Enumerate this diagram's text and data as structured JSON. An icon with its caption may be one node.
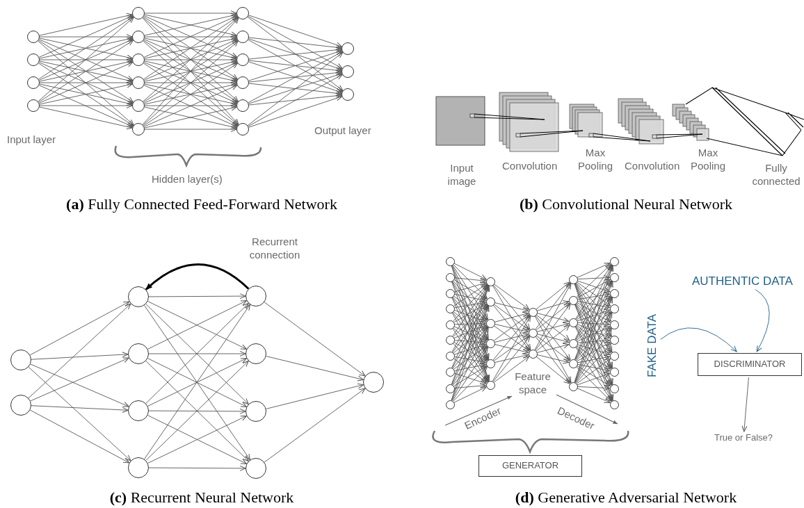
{
  "diagram": {
    "nodes": [
      {
        "text": [],
        "shape": "circle"
      },
      {
        "text": [],
        "shape": "circle"
      },
      {
        "text": [],
        "shape": "circle"
      },
      {
        "text": [],
        "shape": "circle"
      },
      {
        "text": [],
        "shape": "circle"
      },
      {
        "text": [],
        "shape": "circle"
      },
      {
        "text": [],
        "shape": "circle"
      },
      {
        "text": [],
        "shape": "circle"
      },
      {
        "text": [],
        "shape": "circle"
      },
      {
        "text": [],
        "shape": "circle"
      },
      {
        "text": [],
        "shape": "circle"
      },
      {
        "text": [],
        "shape": "circle"
      },
      {
        "text": [],
        "shape": "circle"
      },
      {
        "text": [],
        "shape": "circle"
      },
      {
        "text": [],
        "shape": "circle"
      },
      {
        "text": [],
        "shape": "circle"
      },
      {
        "text": [],
        "shape": "circle"
      },
      {
        "text": [],
        "shape": "circle"
      },
      {
        "text": [],
        "shape": "circle"
      },
      {
        "text": [],
        "shape": "circle"
      },
      {
        "text": [],
        "shape": "circle"
      },
      {
        "text": [],
        "shape": "circle"
      },
      {
        "text": [],
        "shape": "circle"
      },
      {
        "text": [],
        "shape": "circle"
      },
      {
        "text": [],
        "shape": "circle"
      },
      {
        "text": [],
        "shape": "circle"
      },
      {
        "text": [],
        "shape": "circle"
      },
      {
        "text": [],
        "shape": "circle"
      },
      {
        "text": [],
        "shape": "circle"
      },
      {
        "text": [],
        "shape": "circle"
      },
      {
        "text": [],
        "shape": "circle"
      },
      {
        "text": [],
        "shape": "circle"
      },
      {
        "text": [],
        "shape": "circle"
      },
      {
        "text": [],
        "shape": "circle"
      },
      {
        "text": [],
        "shape": "circle"
      },
      {
        "text": [],
        "shape": "circle"
      },
      {
        "text": [],
        "shape": "circle"
      },
      {
        "text": [],
        "shape": "circle"
      },
      {
        "text": [],
        "shape": "circle"
      },
      {
        "text": [],
        "shape": "circle"
      },
      {
        "text": [],
        "shape": "circle"
      },
      {
        "text": [],
        "shape": "circle"
      },
      {
        "text": [],
        "shape": "circle"
      },
      {
        "text": [],
        "shape": "circle"
      },
      {
        "text": [],
        "shape": "circle"
      },
      {
        "text": [],
        "shape": "circle"
      },
      {
        "text": [],
        "shape": "circle"
      },
      {
        "text": [],
        "shape": "circle"
      },
      {
        "text": [],
        "shape": "circle"
      },
      {
        "text": [],
        "shape": "circle"
      },
      {
        "text": [],
        "shape": "circle"
      },
      {
        "text": [],
        "shape": "circle"
      },
      {
        "text": [],
        "shape": "circle"
      },
      {
        "text": [],
        "shape": "circle"
      },
      {
        "text": [],
        "shape": "circle"
      },
      {
        "text": [],
        "shape": "circle"
      },
      {
        "text": [],
        "shape": "circle"
      },
      {
        "text": [],
        "shape": "circle"
      },
      {
        "text": [],
        "shape": "circle"
      },
      {
        "text": [],
        "shape": "circle"
      },
      {
        "text": [],
        "shape": "circle"
      },
      {
        "text": [],
        "shape": "circle"
      },
      {
        "text": [],
        "shape": "circle"
      },
      {
        "text": [],
        "shape": "circle"
      },
      {
        "text": [],
        "shape": "circle"
      },
      {
        "text": [
          "FAKE DATA"
        ]
      },
      {
        "text": [
          "AUTHENTIC DATA"
        ]
      },
      {
        "text": [
          "DISCRIMINATOR"
        ]
      },
      {
        "text": [
          "True or False?"
        ]
      },
      {
        "text": [
          "GENERATOR"
        ]
      }
    ],
    "edges": [
      {
        "from": 0,
        "to": 4,
        "arrow": "to"
      },
      {
        "from": 0,
        "to": 5,
        "arrow": "to"
      },
      {
        "from": 0,
        "to": 6,
        "arrow": "to"
      },
      {
        "from": 0,
        "to": 7,
        "arrow": "to"
      },
      {
        "from": 0,
        "to": 8,
        "arrow": "to"
      },
      {
        "from": 0,
        "to": 9,
        "arrow": "to"
      },
      {
        "from": 1,
        "to": 4,
        "arrow": "to"
      },
      {
        "from": 1,
        "to": 5,
        "arrow": "to"
      },
      {
        "from": 1,
        "to": 6,
        "arrow": "to"
      },
      {
        "from": 1,
        "to": 7,
        "arrow": "to"
      },
      {
        "from": 1,
        "to": 8,
        "arrow": "to"
      },
      {
        "from": 1,
        "to": 9,
        "arrow": "to"
      },
      {
        "from": 2,
        "to": 4,
        "arrow": "to"
      },
      {
        "from": 2,
        "to": 5,
        "arrow": "to"
      },
      {
        "from": 2,
        "to": 6,
        "arrow": "to"
      },
      {
        "from": 2,
        "to": 7,
        "arrow": "to"
      },
      {
        "from": 2,
        "to": 8,
        "arrow": "to"
      },
      {
        "from": 2,
        "to": 9,
        "arrow": "to"
      },
      {
        "from": 3,
        "to": 4,
        "arrow": "to"
      },
      {
        "from": 3,
        "to": 5,
        "arrow": "to"
      },
      {
        "from": 3,
        "to": 6,
        "arrow": "to"
      },
      {
        "from": 3,
        "to": 7,
        "arrow": "to"
      },
      {
        "from": 3,
        "to": 8,
        "arrow": "to"
      },
      {
        "from": 3,
        "to": 9,
        "arrow": "to"
      },
      {
        "from": 4,
        "to": 10,
        "arrow": "to"
      },
      {
        "from": 4,
        "to": 11,
        "arrow": "to"
      },
      {
        "from": 4,
        "to": 12,
        "arrow": "to"
      },
      {
        "from": 4,
        "to": 13,
        "arrow": "to"
      },
      {
        "from": 4,
        "to": 14,
        "arrow": "to"
      },
      {
        "from": 4,
        "to": 15,
        "arrow": "to"
      },
      {
        "from": 5,
        "to": 10,
        "arrow": "to"
      },
      {
        "from": 5,
        "to": 11,
        "arrow": "to"
      },
      {
        "from": 5,
        "to": 12,
        "arrow": "to"
      },
      {
        "from": 5,
        "to": 13,
        "arrow": "to"
      },
      {
        "from": 5,
        "to": 14,
        "arrow": "to"
      },
      {
        "from": 5,
        "to": 15,
        "arrow": "to"
      },
      {
        "from": 6,
        "to": 10,
        "arrow": "to"
      },
      {
        "from": 6,
        "to": 11,
        "arrow": "to"
      },
      {
        "from": 6,
        "to": 12,
        "arrow": "to"
      },
      {
        "from": 6,
        "to": 13,
        "arrow": "to"
      },
      {
        "from": 6,
        "to": 14,
        "arrow": "to"
      },
      {
        "from": 6,
        "to": 15,
        "arrow": "to"
      },
      {
        "from": 7,
        "to": 10,
        "arrow": "to"
      },
      {
        "from": 7,
        "to": 11,
        "arrow": "to"
      },
      {
        "from": 7,
        "to": 12,
        "arrow": "to"
      },
      {
        "from": 7,
        "to": 13,
        "arrow": "to"
      },
      {
        "from": 7,
        "to": 14,
        "arrow": "to"
      },
      {
        "from": 7,
        "to": 15,
        "arrow": "to"
      },
      {
        "from": 8,
        "to": 10,
        "arrow": "to"
      },
      {
        "from": 8,
        "to": 11,
        "arrow": "to"
      },
      {
        "from": 8,
        "to": 12,
        "arrow": "to"
      },
      {
        "from": 8,
        "to": 13,
        "arrow": "to"
      },
      {
        "from": 8,
        "to": 14,
        "arrow": "to"
      },
      {
        "from": 8,
        "to": 15,
        "arrow": "to"
      },
      {
        "from": 9,
        "to": 10,
        "arrow": "to"
      },
      {
        "from": 9,
        "to": 11,
        "arrow": "to"
      },
      {
        "from": 9,
        "to": 12,
        "arrow": "to"
      },
      {
        "from": 9,
        "to": 13,
        "arrow": "to"
      },
      {
        "from": 9,
        "to": 14,
        "arrow": "to"
      },
      {
        "from": 9,
        "to": 15,
        "arrow": "to"
      },
      {
        "from": 10,
        "to": 16,
        "arrow": "to"
      },
      {
        "from": 10,
        "to": 17,
        "arrow": "to"
      },
      {
        "from": 10,
        "to": 18,
        "arrow": "to"
      },
      {
        "from": 11,
        "to": 16,
        "arrow": "to"
      },
      {
        "from": 11,
        "to": 17,
        "arrow": "to"
      },
      {
        "from": 11,
        "to": 18,
        "arrow": "to"
      },
      {
        "from": 12,
        "to": 16,
        "arrow": "to"
      },
      {
        "from": 12,
        "to": 17,
        "arrow": "to"
      },
      {
        "from": 12,
        "to": 18,
        "arrow": "to"
      },
      {
        "from": 13,
        "to": 16,
        "arrow": "to"
      },
      {
        "from": 13,
        "to": 17,
        "arrow": "to"
      },
      {
        "from": 13,
        "to": 18,
        "arrow": "to"
      },
      {
        "from": 14,
        "to": 16,
        "arrow": "to"
      },
      {
        "from": 14,
        "to": 17,
        "arrow": "to"
      },
      {
        "from": 14,
        "to": 18,
        "arrow": "to"
      },
      {
        "from": 15,
        "to": 16,
        "arrow": "to"
      },
      {
        "from": 15,
        "to": 17,
        "arrow": "to"
      },
      {
        "from": 15,
        "to": 18,
        "arrow": "to"
      },
      {
        "from": 19,
        "to": 21,
        "arrow": "to"
      },
      {
        "from": 19,
        "to": 22,
        "arrow": "to"
      },
      {
        "from": 19,
        "to": 23,
        "arrow": "to"
      },
      {
        "from": 19,
        "to": 24,
        "arrow": "to"
      },
      {
        "from": 20,
        "to": 21,
        "arrow": "to"
      },
      {
        "from": 20,
        "to": 22,
        "arrow": "to"
      },
      {
        "from": 20,
        "to": 23,
        "arrow": "to"
      },
      {
        "from": 20,
        "to": 24,
        "arrow": "to"
      },
      {
        "from": 21,
        "to": 25,
        "arrow": "to"
      },
      {
        "from": 21,
        "to": 26,
        "arrow": "to"
      },
      {
        "from": 21,
        "to": 27,
        "arrow": "to"
      },
      {
        "from": 21,
        "to": 28,
        "arrow": "to"
      },
      {
        "from": 22,
        "to": 25,
        "arrow": "to"
      },
      {
        "from": 22,
        "to": 26,
        "arrow": "to"
      },
      {
        "from": 22,
        "to": 27,
        "arrow": "to"
      },
      {
        "from": 22,
        "to": 28,
        "arrow": "to"
      },
      {
        "from": 23,
        "to": 25,
        "arrow": "to"
      },
      {
        "from": 23,
        "to": 26,
        "arrow": "to"
      },
      {
        "from": 23,
        "to": 27,
        "arrow": "to"
      },
      {
        "from": 23,
        "to": 28,
        "arrow": "to"
      },
      {
        "from": 24,
        "to": 25,
        "arrow": "to"
      },
      {
        "from": 24,
        "to": 26,
        "arrow": "to"
      },
      {
        "from": 24,
        "to": 27,
        "arrow": "to"
      },
      {
        "from": 24,
        "to": 28,
        "arrow": "to"
      },
      {
        "from": 25,
        "to": 29,
        "arrow": "to"
      },
      {
        "from": 26,
        "to": 29,
        "arrow": "to"
      },
      {
        "from": 27,
        "to": 29,
        "arrow": "to"
      },
      {
        "from": 28,
        "to": 29,
        "arrow": "to"
      },
      {
        "from": 25,
        "to": 21,
        "arrow": "to",
        "label": "Recurrent connection",
        "style": "thick",
        "color": "#000000"
      },
      {
        "from": 30,
        "to": 40,
        "arrow": "to"
      },
      {
        "from": 30,
        "to": 41,
        "arrow": "to"
      },
      {
        "from": 30,
        "to": 42,
        "arrow": "to"
      },
      {
        "from": 30,
        "to": 43,
        "arrow": "to"
      },
      {
        "from": 30,
        "to": 44,
        "arrow": "to"
      },
      {
        "from": 30,
        "to": 45,
        "arrow": "to"
      },
      {
        "from": 31,
        "to": 40,
        "arrow": "to"
      },
      {
        "from": 31,
        "to": 41,
        "arrow": "to"
      },
      {
        "from": 31,
        "to": 42,
        "arrow": "to"
      },
      {
        "from": 31,
        "to": 43,
        "arrow": "to"
      },
      {
        "from": 31,
        "to": 44,
        "arrow": "to"
      },
      {
        "from": 31,
        "to": 45,
        "arrow": "to"
      },
      {
        "from": 32,
        "to": 40,
        "arrow": "to"
      },
      {
        "from": 32,
        "to": 41,
        "arrow": "to"
      },
      {
        "from": 32,
        "to": 42,
        "arrow": "to"
      },
      {
        "from": 32,
        "to": 43,
        "arrow": "to"
      },
      {
        "from": 32,
        "to": 44,
        "arrow": "to"
      },
      {
        "from": 32,
        "to": 45,
        "arrow": "to"
      },
      {
        "from": 33,
        "to": 40,
        "arrow": "to"
      },
      {
        "from": 33,
        "to": 41,
        "arrow": "to"
      },
      {
        "from": 33,
        "to": 42,
        "arrow": "to"
      },
      {
        "from": 33,
        "to": 43,
        "arrow": "to"
      },
      {
        "from": 33,
        "to": 44,
        "arrow": "to"
      },
      {
        "from": 33,
        "to": 45,
        "arrow": "to"
      },
      {
        "from": 34,
        "to": 40,
        "arrow": "to"
      },
      {
        "from": 34,
        "to": 41,
        "arrow": "to"
      },
      {
        "from": 34,
        "to": 42,
        "arrow": "to"
      },
      {
        "from": 34,
        "to": 43,
        "arrow": "to"
      },
      {
        "from": 34,
        "to": 44,
        "arrow": "to"
      },
      {
        "from": 34,
        "to": 45,
        "arrow": "to"
      },
      {
        "from": 35,
        "to": 40,
        "arrow": "to"
      },
      {
        "from": 35,
        "to": 41,
        "arrow": "to"
      },
      {
        "from": 35,
        "to": 42,
        "arrow": "to"
      },
      {
        "from": 35,
        "to": 43,
        "arrow": "to"
      },
      {
        "from": 35,
        "to": 44,
        "arrow": "to"
      },
      {
        "from": 35,
        "to": 45,
        "arrow": "to"
      },
      {
        "from": 36,
        "to": 40,
        "arrow": "to"
      },
      {
        "from": 36,
        "to": 41,
        "arrow": "to"
      },
      {
        "from": 36,
        "to": 42,
        "arrow": "to"
      },
      {
        "from": 36,
        "to": 43,
        "arrow": "to"
      },
      {
        "from": 36,
        "to": 44,
        "arrow": "to"
      },
      {
        "from": 36,
        "to": 45,
        "arrow": "to"
      },
      {
        "from": 37,
        "to": 40,
        "arrow": "to"
      },
      {
        "from": 37,
        "to": 41,
        "arrow": "to"
      },
      {
        "from": 37,
        "to": 42,
        "arrow": "to"
      },
      {
        "from": 37,
        "to": 43,
        "arrow": "to"
      },
      {
        "from": 37,
        "to": 44,
        "arrow": "to"
      },
      {
        "from": 37,
        "to": 45,
        "arrow": "to"
      },
      {
        "from": 38,
        "to": 40,
        "arrow": "to"
      },
      {
        "from": 38,
        "to": 41,
        "arrow": "to"
      },
      {
        "from": 38,
        "to": 42,
        "arrow": "to"
      },
      {
        "from": 38,
        "to": 43,
        "arrow": "to"
      },
      {
        "from": 38,
        "to": 44,
        "arrow": "to"
      },
      {
        "from": 38,
        "to": 45,
        "arrow": "to"
      },
      {
        "from": 39,
        "to": 40,
        "arrow": "to"
      },
      {
        "from": 39,
        "to": 41,
        "arrow": "to"
      },
      {
        "from": 39,
        "to": 42,
        "arrow": "to"
      },
      {
        "from": 39,
        "to": 43,
        "arrow": "to"
      },
      {
        "from": 39,
        "to": 44,
        "arrow": "to"
      },
      {
        "from": 39,
        "to": 45,
        "arrow": "to"
      },
      {
        "from": 40,
        "to": 46,
        "arrow": "to"
      },
      {
        "from": 40,
        "to": 47,
        "arrow": "to"
      },
      {
        "from": 40,
        "to": 48,
        "arrow": "to"
      },
      {
        "from": 41,
        "to": 46,
        "arrow": "to"
      },
      {
        "from": 41,
        "to": 47,
        "arrow": "to"
      },
      {
        "from": 41,
        "to": 48,
        "arrow": "to"
      },
      {
        "from": 42,
        "to": 46,
        "arrow": "to"
      },
      {
        "from": 42,
        "to": 47,
        "arrow": "to"
      },
      {
        "from": 42,
        "to": 48,
        "arrow": "to"
      },
      {
        "from": 43,
        "to": 46,
        "arrow": "to"
      },
      {
        "from": 43,
        "to": 47,
        "arrow": "to"
      },
      {
        "from": 43,
        "to": 48,
        "arrow": "to"
      },
      {
        "from": 44,
        "to": 46,
        "arrow": "to"
      },
      {
        "from": 44,
        "to": 47,
        "arrow": "to"
      },
      {
        "from": 44,
        "to": 48,
        "arrow": "to"
      },
      {
        "from": 45,
        "to": 46,
        "arrow": "to"
      },
      {
        "from": 45,
        "to": 47,
        "arrow": "to"
      },
      {
        "from": 45,
        "to": 48,
        "arrow": "to"
      },
      {
        "from": 46,
        "to": 49,
        "arrow": "to"
      },
      {
        "from": 46,
        "to": 50,
        "arrow": "to"
      },
      {
        "from": 46,
        "to": 51,
        "arrow": "to"
      },
      {
        "from": 46,
        "to": 52,
        "arrow": "to"
      },
      {
        "from": 46,
        "to": 53,
        "arrow": "to"
      },
      {
        "from": 46,
        "to": 54,
        "arrow": "to"
      },
      {
        "from": 47,
        "to": 49,
        "arrow": "to"
      },
      {
        "from": 47,
        "to": 50,
        "arrow": "to"
      },
      {
        "from": 47,
        "to": 51,
        "arrow": "to"
      },
      {
        "from": 47,
        "to": 52,
        "arrow": "to"
      },
      {
        "from": 47,
        "to": 53,
        "arrow": "to"
      },
      {
        "from": 47,
        "to": 54,
        "arrow": "to"
      },
      {
        "from": 48,
        "to": 49,
        "arrow": "to"
      },
      {
        "from": 48,
        "to": 50,
        "arrow": "to"
      },
      {
        "from": 48,
        "to": 51,
        "arrow": "to"
      },
      {
        "from": 48,
        "to": 52,
        "arrow": "to"
      },
      {
        "from": 48,
        "to": 53,
        "arrow": "to"
      },
      {
        "from": 48,
        "to": 54,
        "arrow": "to"
      },
      {
        "from": 49,
        "to": 55,
        "arrow": "to"
      },
      {
        "from": 49,
        "to": 56,
        "arrow": "to"
      },
      {
        "from": 49,
        "to": 57,
        "arrow": "to"
      },
      {
        "from": 49,
        "to": 58,
        "arrow": "to"
      },
      {
        "from": 49,
        "to": 59,
        "arrow": "to"
      },
      {
        "from": 49,
        "to": 60,
        "arrow": "to"
      },
      {
        "from": 49,
        "to": 61,
        "arrow": "to"
      },
      {
        "from": 49,
        "to": 62,
        "arrow": "to"
      },
      {
        "from": 49,
        "to": 63,
        "arrow": "to"
      },
      {
        "from": 49,
        "to": 64,
        "arrow": "to"
      },
      {
        "from": 50,
        "to": 55,
        "arrow": "to"
      },
      {
        "from": 50,
        "to": 56,
        "arrow": "to"
      },
      {
        "from": 50,
        "to": 57,
        "arrow": "to"
      },
      {
        "from": 50,
        "to": 58,
        "arrow": "to"
      },
      {
        "from": 50,
        "to": 59,
        "arrow": "to"
      },
      {
        "from": 50,
        "to": 60,
        "arrow": "to"
      },
      {
        "from": 50,
        "to": 61,
        "arrow": "to"
      },
      {
        "from": 50,
        "to": 62,
        "arrow": "to"
      },
      {
        "from": 50,
        "to": 63,
        "arrow": "to"
      },
      {
        "from": 50,
        "to": 64,
        "arrow": "to"
      },
      {
        "from": 51,
        "to": 55,
        "arrow": "to"
      },
      {
        "from": 51,
        "to": 56,
        "arrow": "to"
      },
      {
        "from": 51,
        "to": 57,
        "arrow": "to"
      },
      {
        "from": 51,
        "to": 58,
        "arrow": "to"
      },
      {
        "from": 51,
        "to": 59,
        "arrow": "to"
      },
      {
        "from": 51,
        "to": 60,
        "arrow": "to"
      },
      {
        "from": 51,
        "to": 61,
        "arrow": "to"
      },
      {
        "from": 51,
        "to": 62,
        "arrow": "to"
      },
      {
        "from": 51,
        "to": 63,
        "arrow": "to"
      },
      {
        "from": 51,
        "to": 64,
        "arrow": "to"
      },
      {
        "from": 52,
        "to": 55,
        "arrow": "to"
      },
      {
        "from": 52,
        "to": 56,
        "arrow": "to"
      },
      {
        "from": 52,
        "to": 57,
        "arrow": "to"
      },
      {
        "from": 52,
        "to": 58,
        "arrow": "to"
      },
      {
        "from": 52,
        "to": 59,
        "arrow": "to"
      },
      {
        "from": 52,
        "to": 60,
        "arrow": "to"
      },
      {
        "from": 52,
        "to": 61,
        "arrow": "to"
      },
      {
        "from": 52,
        "to": 62,
        "arrow": "to"
      },
      {
        "from": 52,
        "to": 63,
        "arrow": "to"
      },
      {
        "from": 52,
        "to": 64,
        "arrow": "to"
      },
      {
        "from": 53,
        "to": 55,
        "arrow": "to"
      },
      {
        "from": 53,
        "to": 56,
        "arrow": "to"
      },
      {
        "from": 53,
        "to": 57,
        "arrow": "to"
      },
      {
        "from": 53,
        "to": 58,
        "arrow": "to"
      },
      {
        "from": 53,
        "to": 59,
        "arrow": "to"
      },
      {
        "from": 53,
        "to": 60,
        "arrow": "to"
      },
      {
        "from": 53,
        "to": 61,
        "arrow": "to"
      },
      {
        "from": 53,
        "to": 62,
        "arrow": "to"
      },
      {
        "from": 53,
        "to": 63,
        "arrow": "to"
      },
      {
        "from": 53,
        "to": 64,
        "arrow": "to"
      },
      {
        "from": 54,
        "to": 55,
        "arrow": "to"
      },
      {
        "from": 54,
        "to": 56,
        "arrow": "to"
      },
      {
        "from": 54,
        "to": 57,
        "arrow": "to"
      },
      {
        "from": 54,
        "to": 58,
        "arrow": "to"
      },
      {
        "from": 54,
        "to": 59,
        "arrow": "to"
      },
      {
        "from": 54,
        "to": 60,
        "arrow": "to"
      },
      {
        "from": 54,
        "to": 61,
        "arrow": "to"
      },
      {
        "from": 54,
        "to": 62,
        "arrow": "to"
      },
      {
        "from": 54,
        "to": 63,
        "arrow": "to"
      },
      {
        "from": 54,
        "to": 64,
        "arrow": "to"
      },
      {
        "from": 65,
        "to": 67,
        "arrow": "to",
        "color": "#1f5f8b"
      },
      {
        "from": 66,
        "to": 67,
        "arrow": "to",
        "color": "#1f5f8b"
      },
      {
        "from": 67,
        "to": 68,
        "arrow": "to"
      }
    ],
    "labels": [
      "Input layer",
      "Hidden layer(s)",
      "Output layer",
      "**(a)** Fully Connected Feed-Forward Network",
      "Input image",
      "Convolution",
      "Max Pooling",
      "Convolution",
      "Max Pooling",
      "Fully connected",
      "**(b)** Convolutional Neural Network",
      "Feature space",
      "Encoder",
      "Decoder",
      "**(c)** Recurrent Neural Network",
      "**(d)** Generative Adversarial Network"
    ]
  }
}
